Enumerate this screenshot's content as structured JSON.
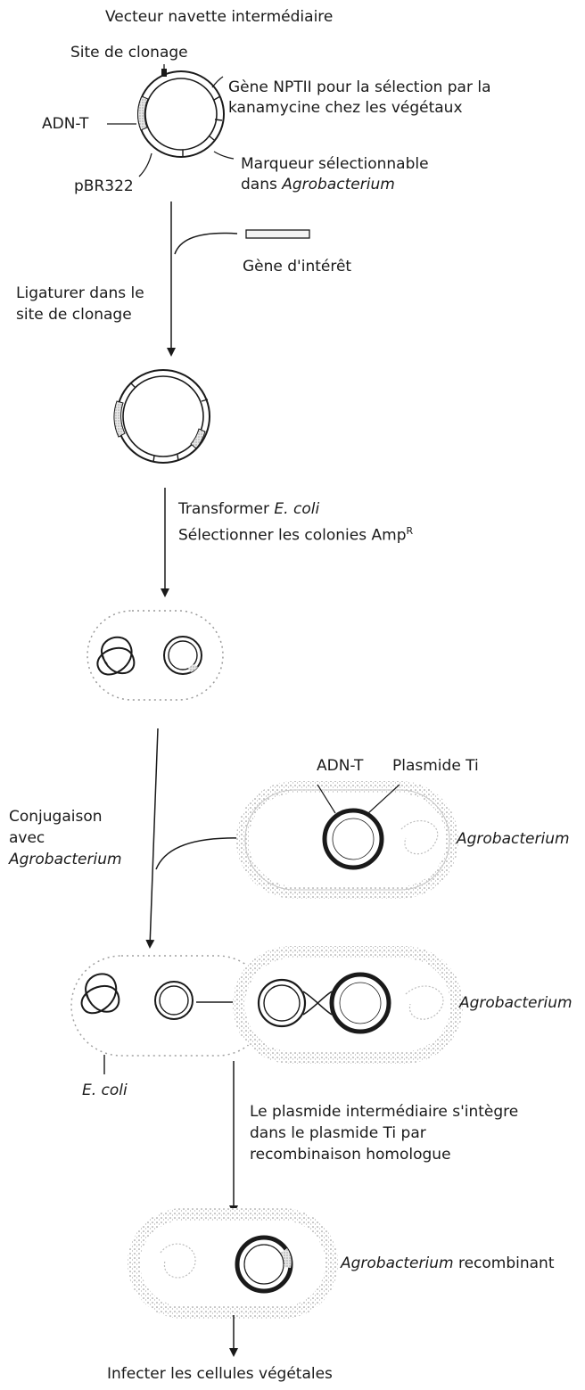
{
  "title": "Vecteur navette intermédiaire",
  "vector": {
    "cloning_site": "Site de clonage",
    "nptii_line1": "Gène NPTII pour la sélection par la",
    "nptii_line2": "kanamycine chez les végétaux",
    "adn_t": "ADN-T",
    "marker_line1": "Marqueur sélectionnable",
    "marker_line2_prefix": "dans ",
    "marker_line2_italic": "Agrobacterium",
    "pbr": "pBR322"
  },
  "gene_of_interest": "Gène d'intérêt",
  "step_ligate": {
    "line1": "Ligaturer dans le",
    "line2": "site de clonage"
  },
  "step_transform": {
    "line1_prefix": "Transformer ",
    "line1_italic": "E. coli",
    "line2_text": "Sélectionner les colonies Amp",
    "line2_sup": "R"
  },
  "step_conjugate": {
    "line1": "Conjugaison",
    "line2": "avec",
    "line3_italic": "Agrobacterium"
  },
  "agro_labels": {
    "adn_t": "ADN-T",
    "ti_plasmid": "Plasmide Ti",
    "agro_name": "Agrobacterium"
  },
  "merge_labels": {
    "agro_name": "Agrobacterium",
    "ecoli": "E. coli"
  },
  "step_integrate": {
    "line1": "Le plasmide intermédiaire s'intègre",
    "line2": "dans le plasmide Ti par",
    "line3": "recombinaison homologue"
  },
  "recombinant": {
    "italic": "Agrobacterium",
    "suffix": " recombinant"
  },
  "final_step": "Infecter les cellules végétales",
  "colors": {
    "ink": "#1a1a1a",
    "cell_stipple": "#9a9a9a",
    "background": "#ffffff"
  }
}
